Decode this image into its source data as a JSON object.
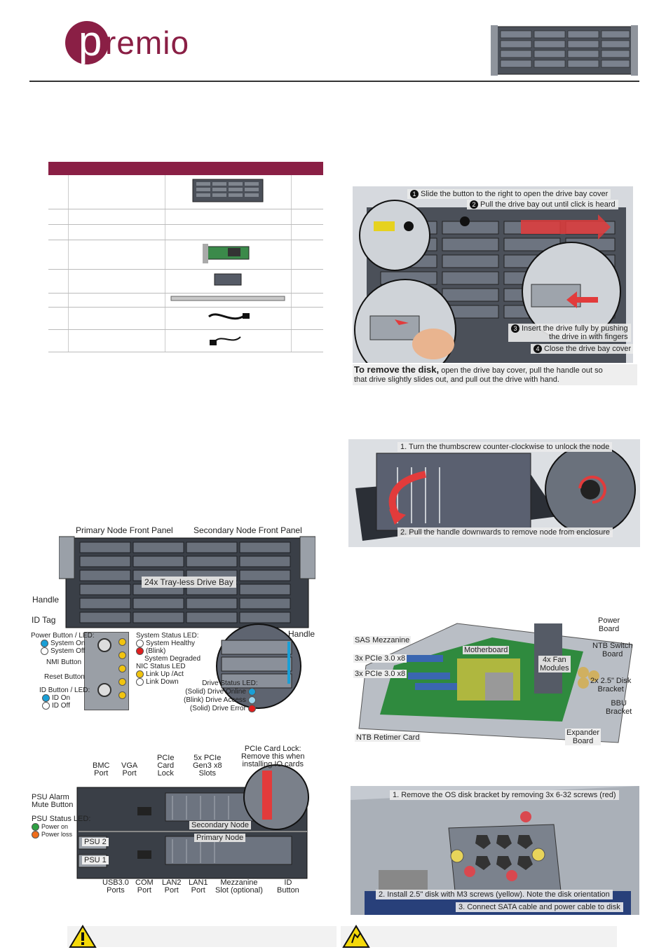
{
  "colors": {
    "brand": "#8a1f45",
    "blue": "#1a9fd6",
    "yellow": "#f1c40f",
    "red": "#e01e1e",
    "green": "#2ea043",
    "orange": "#ef6c1a"
  },
  "logo": {
    "text": "remio"
  },
  "drive_install": {
    "step1": "Slide the button to the right to open the drive bay cover",
    "step2": "Pull the drive bay out until click is heard",
    "step3a": "Insert the drive fully by pushing",
    "step3b": "the drive in with fingers",
    "step4": "Close the drive bay cover",
    "remove_bold": "To remove the disk,",
    "remove_text1": " open the drive bay cover, pull the handle out so",
    "remove_text2": "that drive slightly slides out, and pull out the drive with hand."
  },
  "node_remove": {
    "step1": "1. Turn the thumbscrew counter-clockwise to unlock the node",
    "step2": "2. Pull the handle downwards to remove node from enclosure"
  },
  "front_panel": {
    "primary": "Primary Node Front Panel",
    "secondary": "Secondary Node Front Panel",
    "drive_bay": "24x Tray-less Drive Bay",
    "handle_left": "Handle",
    "handle_right": "Handle",
    "id_tag": "ID Tag",
    "power_button": "Power Button / LED:",
    "system_on": "System On",
    "system_off": "System Off",
    "nmi": "NMI Button",
    "reset": "Reset Button",
    "id_button": "ID Button / LED:",
    "id_on": "ID On",
    "id_off": "ID Off",
    "sys_status": "System Status LED:",
    "sys_healthy": "System Healthy",
    "blink": "(Blink)",
    "sys_degraded": "System Degraded",
    "nic_status": "NIC Status LED",
    "link_up": "Link Up /Act",
    "link_down": "Link Down",
    "drive_status": "Drive Status LED:",
    "drive_online": "(Solid) Drive Online",
    "drive_access": "(Blink) Drive Access",
    "drive_error": "(Solid) Drive Error"
  },
  "rear_panel": {
    "bmc": [
      "BMC",
      "Port"
    ],
    "vga": [
      "VGA",
      "Port"
    ],
    "pcie_lock": [
      "PCIe",
      "Card",
      "Lock"
    ],
    "pcie_slots": [
      "5x PCIe",
      "Gen3 x8",
      "Slots"
    ],
    "pcie_card_lock": [
      "PCIe Card Lock:",
      "Remove this when",
      "installing IO cards"
    ],
    "psu_alarm": [
      "PSU Alarm",
      "Mute Button"
    ],
    "psu_status": "PSU Status LED:",
    "power_on": "Power on",
    "power_loss": "Power loss",
    "secondary_node": "Secondary Node",
    "primary_node": "Primary Node",
    "psu2": "PSU 2",
    "psu1": "PSU 1",
    "usb": [
      "USB3.0",
      "Ports"
    ],
    "com": [
      "COM",
      "Port"
    ],
    "lan2": [
      "LAN2",
      "Port"
    ],
    "lan1": [
      "LAN1",
      "Port"
    ],
    "mezz": [
      "Mezzanine",
      "Slot (optional)"
    ],
    "id": [
      "ID",
      "Button"
    ]
  },
  "internal": {
    "power_board": [
      "Power",
      "Board"
    ],
    "ntb_switch": [
      "NTB Switch",
      "Board"
    ],
    "sas_mezz": "SAS Mezzanine",
    "motherboard": "Motherboard",
    "fan": [
      "4x Fan",
      "Modules"
    ],
    "pcie1": "3x PCIe 3.0 x8",
    "pcie2": "3x PCIe 3.0 x8",
    "disk_bracket": [
      "2x 2.5\" Disk",
      "Bracket"
    ],
    "bbu": [
      "BBU",
      "Bracket"
    ],
    "ntb_retimer": "NTB Retimer Card",
    "expander": [
      "Expander",
      "Board"
    ]
  },
  "os_disk": {
    "step1": "1. Remove the OS disk bracket by removing 3x 6-32 screws (red)",
    "step2": "2. Install 2.5\" disk with M3 screws (yellow). Note the disk orientation",
    "step3": "3. Connect SATA cable and power cable to disk"
  }
}
